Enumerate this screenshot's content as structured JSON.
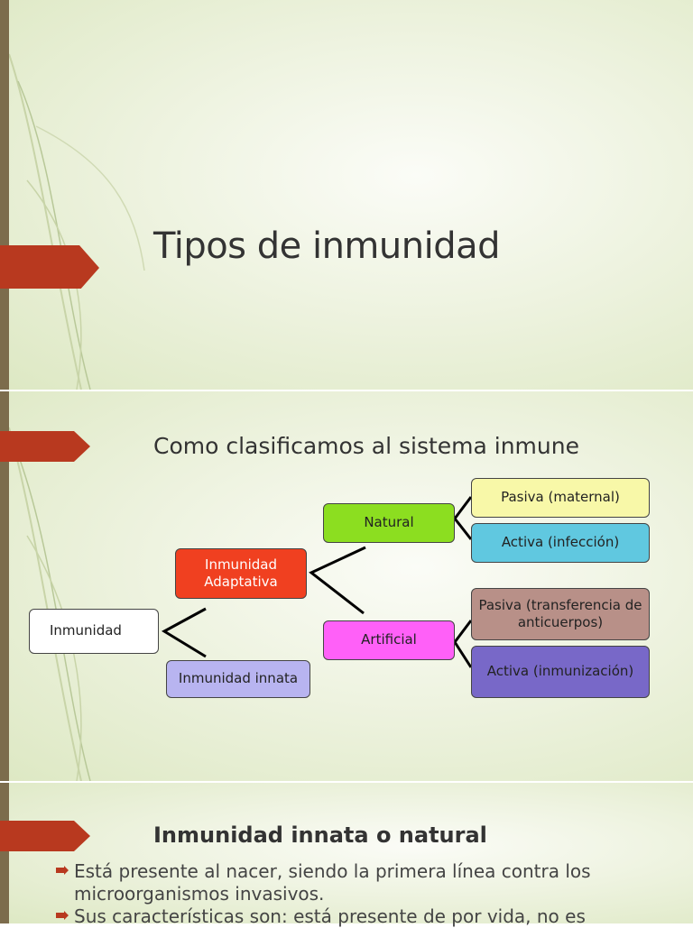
{
  "slides": [
    {
      "title": "Tipos de inmunidad"
    },
    {
      "title": "Como clasificamos al sistema inmune",
      "diagram": {
        "root": "Inmunidad",
        "adaptive": "Inmunidad Adaptativa",
        "innate": "Inmunidad innata",
        "natural": "Natural",
        "artificial": "Artificial",
        "natural_passive": "Pasiva (maternal)",
        "natural_active": "Activa (infección)",
        "artificial_passive": "Pasiva (transferencia de anticuerpos)",
        "artificial_active": "Activa (inmunización)"
      }
    },
    {
      "title": "Inmunidad innata o natural",
      "bullets": [
        "Está presente al nacer, siendo la primera línea contra los microorganismos invasivos.",
        "Sus características son: está presente de por vida, no es"
      ]
    }
  ],
  "colors": {
    "accent_flag": "#b8391f",
    "left_bar": "#7c6c4c",
    "adaptive_box": "#f04020",
    "innate_box": "#b8b4f0",
    "natural_box": "#8cde20",
    "artificial_box": "#ff60f8",
    "natural_passive_box": "#f8f8a8",
    "natural_active_box": "#60c8e0",
    "artificial_passive_box": "#b89088",
    "artificial_active_box": "#7868c8"
  }
}
